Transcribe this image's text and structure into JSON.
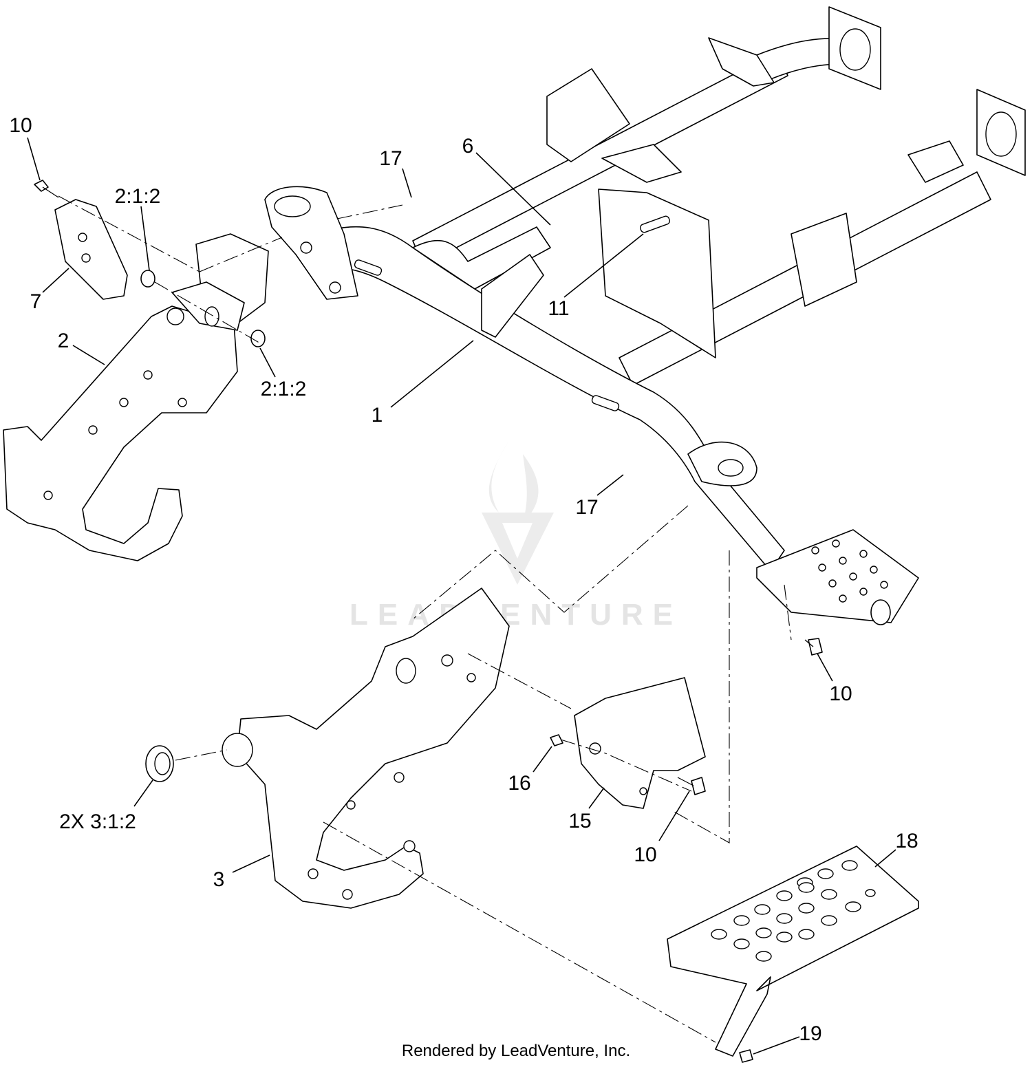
{
  "callouts": {
    "c10_top_left": "10",
    "c2_1_2_top": "2:1:2",
    "c7": "7",
    "c2": "2",
    "c2_1_2_bottom": "2:1:2",
    "c17_top": "17",
    "c6": "6",
    "c11": "11",
    "c1": "1",
    "c17_mid": "17",
    "c10_right": "10",
    "c16": "16",
    "c15": "15",
    "c10_bottom": "10",
    "c2x_3_1_2": "2X 3:1:2",
    "c3": "3",
    "c18": "18",
    "c19": "19"
  },
  "watermark": {
    "text": "LEADVENTURE"
  },
  "footer": {
    "text": "Rendered by LeadVenture, Inc."
  }
}
